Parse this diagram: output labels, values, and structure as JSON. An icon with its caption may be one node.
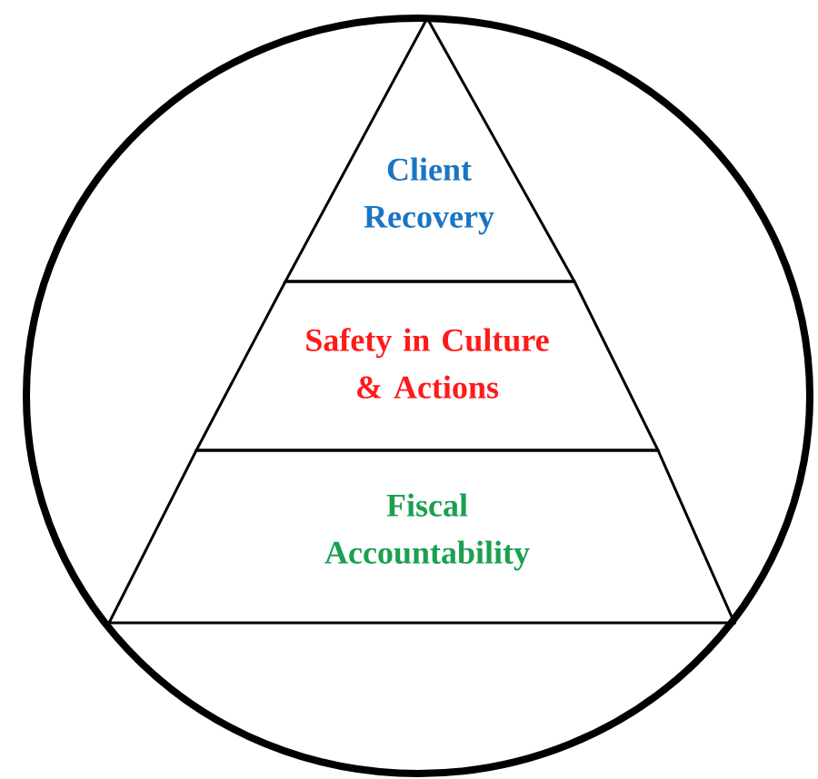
{
  "diagram": {
    "nodes": [
      {
        "text": [],
        "shape": "circle"
      },
      {
        "text": [
          "Client Recovery"
        ],
        "in": 0
      },
      {
        "text": [
          "Safety in Culture & Actions"
        ],
        "in": 0
      },
      {
        "text": [
          "Fiscal Accountability"
        ],
        "in": 0
      }
    ]
  }
}
